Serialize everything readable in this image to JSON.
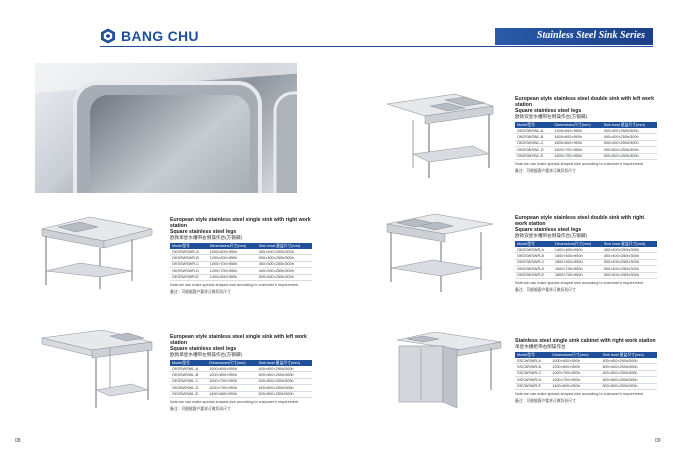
{
  "header": {
    "brand": "BANG CHU",
    "series_title": "Stainless Steel Sink Series"
  },
  "blocks": [
    {
      "title1": "European style stainless steel double sink with left work station",
      "title2": "Square stainless steel legs",
      "subtitle": "欧款双星水槽带左侧操作台(方钢脚)",
      "headers": [
        "Model型号",
        "Dimensions尺寸(mm)",
        "Sink bowl 星盆尺寸(mm)"
      ],
      "rows": [
        [
          "OKDSWSWL-A",
          "1400×600×950h",
          "400×400×250h/300h"
        ],
        [
          "OKDSWSWL-B",
          "1600×600×950h",
          "400×400×250h/300h"
        ],
        [
          "OKDSWSWL-C",
          "1800×600×950h",
          "500×400×250h/300h"
        ],
        [
          "OKDSWSWL-D",
          "1600×700×950h",
          "400×500×250h/300h"
        ],
        [
          "OKDSWSWL-E",
          "1800×700×950h",
          "500×500×250h/300h"
        ]
      ],
      "note1": "Note:we can make special-shaped size according to customer's requirement",
      "note2": "备注：可根据客户要求订做异形尺寸"
    },
    {
      "title1": "European style stainless steel single sink with right work station",
      "title2": "Square stainless steel legs",
      "subtitle": "欧款单星水槽带右侧操作台(方钢脚)",
      "headers": [
        "Model型号",
        "Dimensions尺寸(mm)",
        "Sink bowl 星盆尺寸(mm)"
      ],
      "rows": [
        [
          "OKSSWSWR-A",
          "1000×600×950h",
          "400×400×250h/300h"
        ],
        [
          "OKSSWSWR-B",
          "1200×600×950h",
          "500×400×250h/300h"
        ],
        [
          "OKSSWSWR-C",
          "1000×700×950h",
          "400×500×250h/300h"
        ],
        [
          "OKSSWSWR-D",
          "1200×700×950h",
          "400×500×250h/300h"
        ],
        [
          "OKSSWSWR-E",
          "1400×600×950h",
          "500×500×250h/300h"
        ]
      ],
      "note1": "Note:we can make special-shaped size according to customer's requirement",
      "note2": "备注：可根据客户要求订做异形尺寸"
    },
    {
      "title1": "European style stainless steel double sink with right work station",
      "title2": "Square stainless steel legs",
      "subtitle": "欧款双星水槽带右侧操作台(方钢脚)",
      "headers": [
        "Model型号",
        "Dimensions尺寸(mm)",
        "Sink bowl 星盆尺寸(mm)"
      ],
      "rows": [
        [
          "OKDSWSWR-A",
          "1400×600×950h",
          "400×400×250h/300h"
        ],
        [
          "OKDSWSWR-B",
          "1600×600×950h",
          "400×400×250h/300h"
        ],
        [
          "OKDSWSWR-C",
          "1800×600×950h",
          "500×400×250h/300h"
        ],
        [
          "OKDSWSWR-D",
          "1600×700×950h",
          "500×400×250h/300h"
        ],
        [
          "OKDSWSWR-E",
          "1800×700×950h",
          "500×500×250h/300h"
        ]
      ],
      "note1": "Note:we can make special-shaped size according to customer's requirement",
      "note2": "备注：可根据客户要求订做异形尺寸"
    },
    {
      "title1": "European style stainless steel single sink with left work station",
      "title2": "Square stainless steel legs",
      "subtitle": "欧款单星水槽带左侧操作台(方钢脚)",
      "headers": [
        "Model型号",
        "Dimensions尺寸(mm)",
        "Sink bowl 星盆尺寸(mm)"
      ],
      "rows": [
        [
          "OKSSWSWL-A",
          "1000×600×950h",
          "400×400×250h/300h"
        ],
        [
          "OKSSWSWL-B",
          "1200×600×950h",
          "500×400×250h/300h"
        ],
        [
          "OKSSWSWL-C",
          "1000×700×950h",
          "400×500×250h/300h"
        ],
        [
          "OKSSWSWL-D",
          "1200×700×950h",
          "400×500×250h/300h"
        ],
        [
          "OKSSWSWL-E",
          "1400×600×950h",
          "500×500×250h/300h"
        ]
      ],
      "note1": "Note:we can make special-shaped size according to customer's requirement",
      "note2": "备注：可根据客户要求订做异形尺寸"
    },
    {
      "title1": "Stainless steel single sink cabinet with right work station",
      "title2": "",
      "subtitle": "单星水槽柜带右侧操作台",
      "headers": [
        "Model型号",
        "Dimensions尺寸(mm)",
        "Sink bowl 星盆尺寸(mm)"
      ],
      "rows": [
        [
          "SSCWSWR-A",
          "1000×600×950h",
          "400×400×250h/300h"
        ],
        [
          "SSCWSWR-B",
          "1200×600×950h",
          "500×400×250h/300h"
        ],
        [
          "SSCWSWR-C",
          "1000×700×950h",
          "400×500×250h/300h"
        ],
        [
          "SSCWSWR-D",
          "1200×700×950h",
          "400×500×250h/300h"
        ],
        [
          "SSCWSWR-E",
          "1400×600×950h",
          "500×500×250h/300h"
        ]
      ],
      "note1": "Note:we can make special-shaped size according to customer's requirement",
      "note2": "备注：可根据客户要求订做异形尺寸"
    }
  ],
  "pages": {
    "left": "08",
    "right": "09"
  },
  "colors": {
    "brand_blue": "#1f4f9a"
  }
}
